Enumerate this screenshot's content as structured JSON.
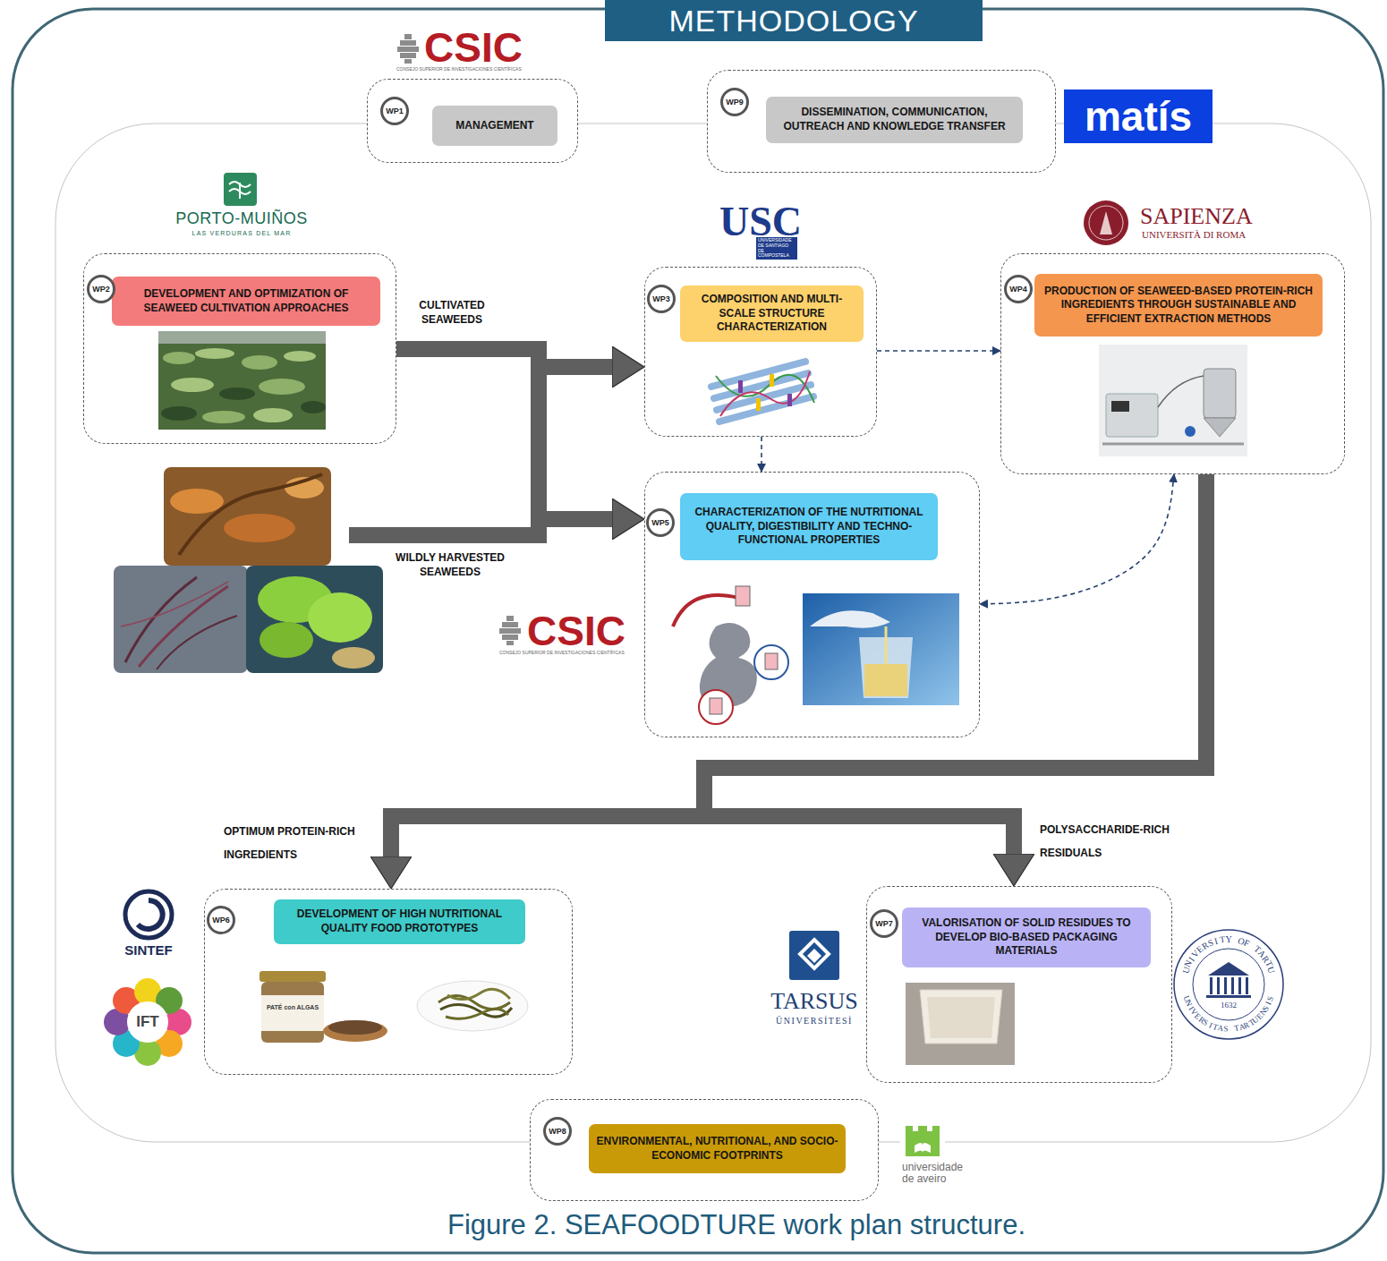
{
  "diagram": {
    "title": "METHODOLOGY",
    "caption": "Figure 2. SEAFOODTURE work plan structure.",
    "nodes": [
      {
        "text": [
          "WP1"
        ]
      },
      {
        "text": [
          "MANAGEMENT"
        ],
        "in": 0
      },
      {
        "text": [
          "WP9"
        ]
      },
      {
        "text": [
          "DISSEMINATION, COMMUNICATION, OUTREACH AND KNOWLEDGE TRANSFER"
        ],
        "in": 2
      },
      {
        "text": [
          "WP2"
        ]
      },
      {
        "text": [
          "DEVELOPMENT AND OPTIMIZATION OF SEAWEED CULTIVATION APPROACHES"
        ],
        "in": 4
      },
      {
        "text": [
          "WP3"
        ]
      },
      {
        "text": [
          "COMPOSITION AND MULTI-SCALE STRUCTURE CHARACTERIZATION"
        ],
        "in": 6
      },
      {
        "text": [
          "WP4"
        ]
      },
      {
        "text": [
          "PRODUCTION OF SEAWEED-BASED PROTEIN-RICH INGREDIENTS THROUGH SUSTAINABLE AND EFFICIENT EXTRACTION METHODS"
        ],
        "in": 8
      },
      {
        "text": [
          "WP5"
        ]
      },
      {
        "text": [
          "CHARACTERIZATION OF THE NUTRITIONAL QUALITY, DIGESTIBILITY AND TECHNO-FUNCTIONAL PROPERTIES"
        ],
        "in": 10
      },
      {
        "text": [
          "WP6"
        ]
      },
      {
        "text": [
          "DEVELOPMENT OF HIGH NUTRITIONAL QUALITY FOOD PROTOTYPES"
        ],
        "in": 12
      },
      {
        "text": [
          "WP7"
        ]
      },
      {
        "text": [
          "VALORISATION OF SOLID RESIDUES TO DEVELOP BIO-BASED PACKAGING MATERIALS"
        ],
        "in": 14
      },
      {
        "text": [
          "WP8"
        ]
      },
      {
        "text": [
          "ENVIRONMENTAL, NUTRITIONAL, AND SOCIO-ECONOMIC FOOTPRINTS"
        ],
        "in": 16
      }
    ],
    "edges": [
      {
        "from": 4,
        "to": 6,
        "label": "CULTIVATED SEAWEEDS",
        "arrow": "to"
      },
      {
        "from": 4,
        "to": 10,
        "arrow": "to"
      },
      {
        "from": 6,
        "to": 8,
        "arrow": "to"
      },
      {
        "from": 6,
        "to": 10,
        "arrow": "to"
      },
      {
        "from": 8,
        "to": 10,
        "arrow": "both"
      },
      {
        "from": 8,
        "to": 12,
        "label": "OPTIMUM PROTEIN-RICH INGREDIENTS",
        "arrow": "to"
      },
      {
        "from": 8,
        "to": 14,
        "label": "POLYSACCHARIDE-RICH RESIDUALS",
        "arrow": "to"
      }
    ],
    "labels": [
      "CSIC",
      "CONSEJO SUPERIOR DE INVESTIGACIONES CIENTÍFICAS",
      "matís",
      "PORTO-MUIÑOS",
      "LAS VERDURAS DEL MAR",
      "USC",
      "UNIVERSIDADE DE SANTIAGO DE COMPOSTELA",
      "SAPIENZA",
      "UNIVERSITÀ DI ROMA",
      "WILDLY HARVESTED SEAWEEDS",
      "CSIC",
      "CONSEJO SUPERIOR DE INVESTIGACIONES CIENTÍFICAS",
      "SINTEF",
      "IFT",
      "PATÉ con ALGAS",
      "TARSUS",
      "ÜNIVERSİTESİ",
      "UNIVERSITY OF TARTU",
      "1632",
      "UNIVERSITAS TARTUENSIS",
      "universidade de aveiro"
    ]
  }
}
